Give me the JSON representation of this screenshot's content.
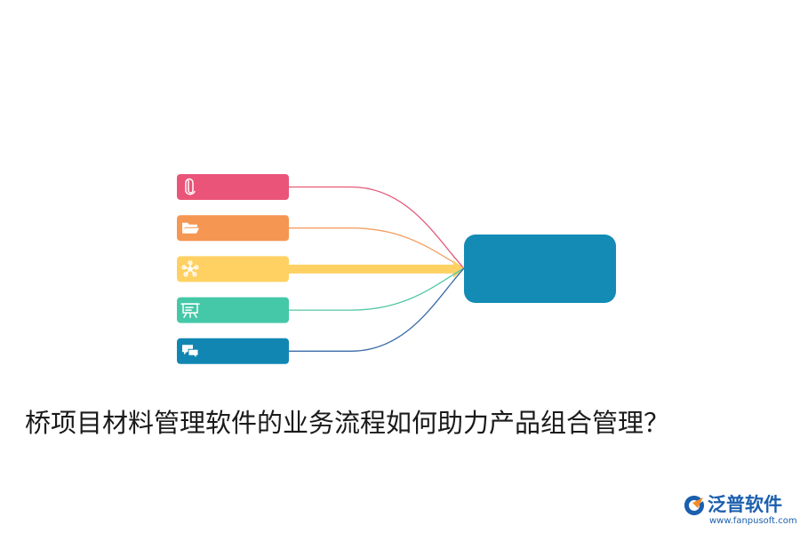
{
  "title": "桥项目材料管理软件的业务流程如何助力产品组合管理？",
  "logo": {
    "name": "泛普软件",
    "url": "www.fanpusoft.com",
    "colors": {
      "primary": "#1b5fae",
      "accent": "#f28c28"
    }
  },
  "diagram": {
    "target": {
      "color": "#138bb5",
      "text": ""
    },
    "items": [
      {
        "icon": "paperclip-icon",
        "color": "#ea5478",
        "line_color": "#e35a78",
        "text": ""
      },
      {
        "icon": "folder-icon",
        "color": "#f59653",
        "line_color": "#f3a064",
        "text": ""
      },
      {
        "icon": "network-icon",
        "color": "#ffd163",
        "line_color": "#ffd163",
        "text": "",
        "highlighted": true
      },
      {
        "icon": "presentation-icon",
        "color": "#45c8a7",
        "line_color": "#54c7a6",
        "text": ""
      },
      {
        "icon": "chat-icon",
        "color": "#1286b3",
        "line_color": "#3b6aa8",
        "text": ""
      }
    ]
  }
}
